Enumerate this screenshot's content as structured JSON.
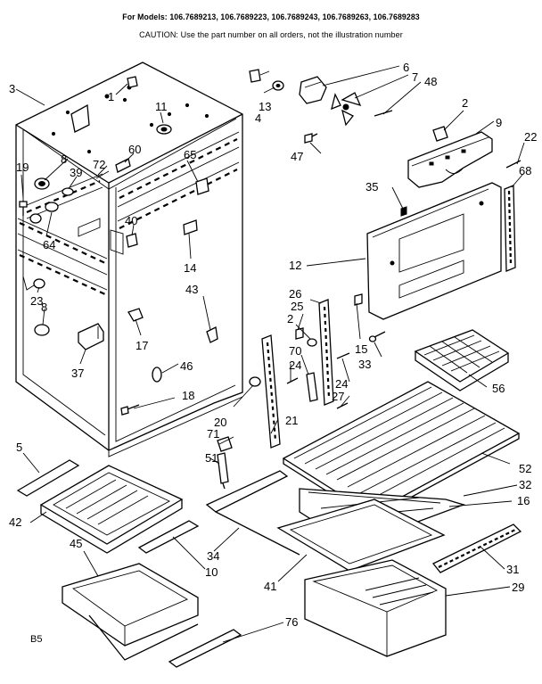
{
  "header": {
    "models_line": "For Models: 106.7689213, 106.7689223, 106.7689243, 106.7689263, 106.7689283",
    "caution_line": "CAUTION: Use the part number on all orders, not the illustration number"
  },
  "footer": {
    "code": "B5"
  },
  "callouts": {
    "n1": "1",
    "n2a": "2",
    "n2b": "2",
    "n3": "3",
    "n4": "4",
    "n5": "5",
    "n6": "6",
    "n7": "7",
    "n8a": "8",
    "n8b": "8",
    "n9": "9",
    "n10": "10",
    "n11": "11",
    "n12": "12",
    "n13": "13",
    "n14": "14",
    "n15": "15",
    "n16": "16",
    "n17": "17",
    "n18": "18",
    "n19": "19",
    "n20": "20",
    "n21": "21",
    "n22": "22",
    "n23": "23",
    "n24a": "24",
    "n24b": "24",
    "n25": "25",
    "n26": "26",
    "n27": "27",
    "n29": "29",
    "n31": "31",
    "n32": "32",
    "n33": "33",
    "n34": "34",
    "n35": "35",
    "n37": "37",
    "n39": "39",
    "n40": "40",
    "n41": "41",
    "n42": "42",
    "n43": "43",
    "n45": "45",
    "n46": "46",
    "n47": "47",
    "n48": "48",
    "n51": "51",
    "n52": "52",
    "n56": "56",
    "n60": "60",
    "n64": "64",
    "n65": "65",
    "n68": "68",
    "n70": "70",
    "n71": "71",
    "n72": "72",
    "n76": "76"
  }
}
